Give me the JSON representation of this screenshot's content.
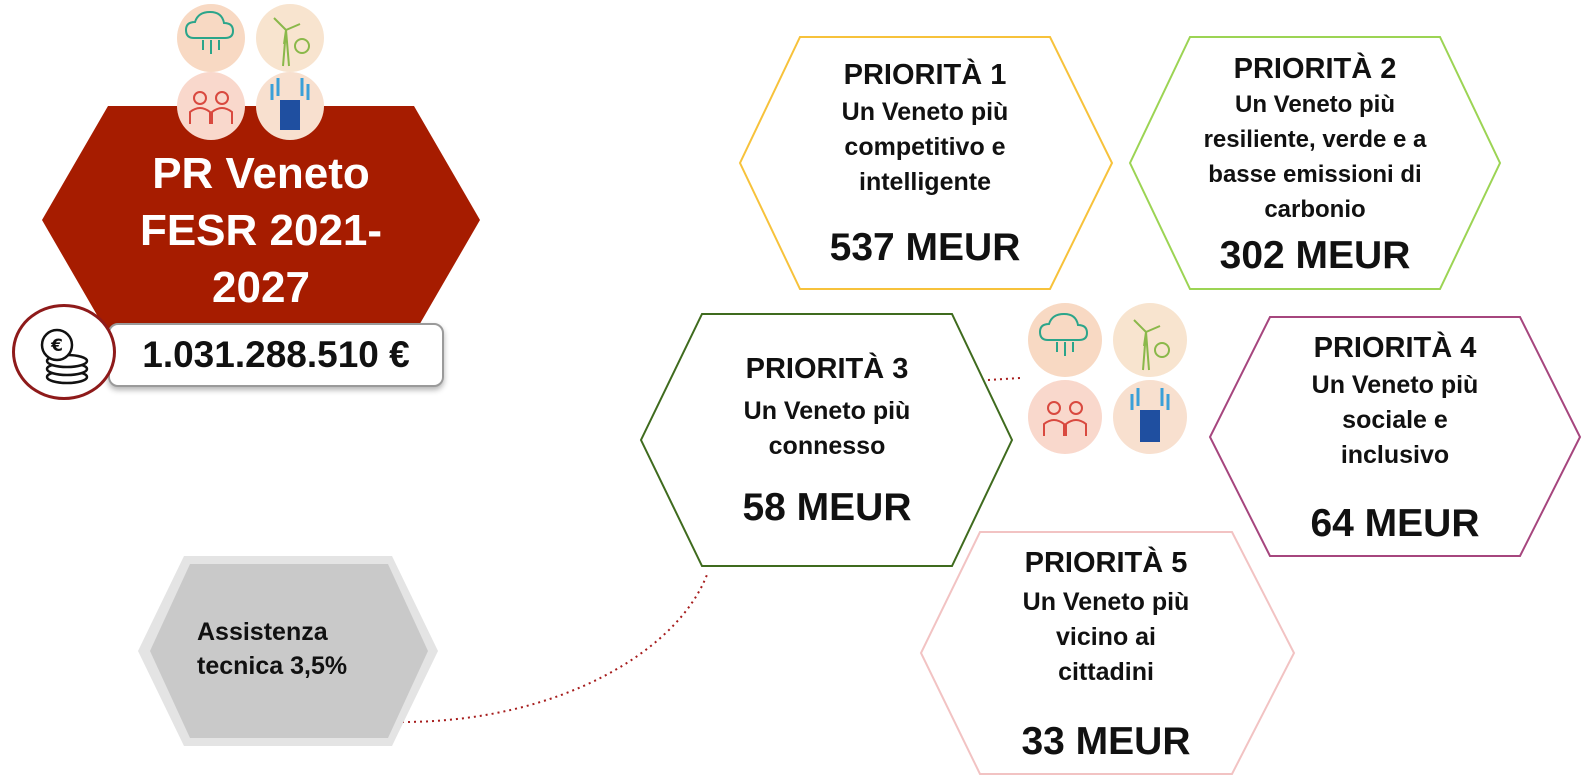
{
  "main": {
    "title": "PR Veneto FESR 2021-2027",
    "total_amount": "1.031.288.510 €",
    "colors": {
      "main_hex": "#a61c00",
      "accent": "#8e1a1a"
    },
    "icons": [
      "cloud-circuit-icon",
      "wind-turbine-icon",
      "people-group-icon",
      "raised-hands-icon",
      "euro-coins-icon"
    ]
  },
  "assistance": {
    "label": "Assistenza tecnica 3,5%"
  },
  "priorities": [
    {
      "title": "PRIORITÀ 1",
      "description": "Un Veneto più competitivo e intelligente",
      "amount": "537 MEUR",
      "color": "#f7c23b"
    },
    {
      "title": "PRIORITÀ 2",
      "description": "Un Veneto più resiliente, verde e a basse emissioni di carbonio",
      "amount": "302 MEUR",
      "color": "#9cd454"
    },
    {
      "title": "PRIORITÀ 3",
      "description": "Un Veneto più connesso",
      "amount": "58 MEUR",
      "color": "#3f6b1e"
    },
    {
      "title": "PRIORITÀ 4",
      "description": "Un Veneto più sociale e inclusivo",
      "amount": "64 MEUR",
      "color": "#a6467e"
    },
    {
      "title": "PRIORITÀ 5",
      "description": "Un Veneto più vicino ai cittadini",
      "amount": "33 MEUR",
      "color": "#f2c3c3"
    }
  ]
}
